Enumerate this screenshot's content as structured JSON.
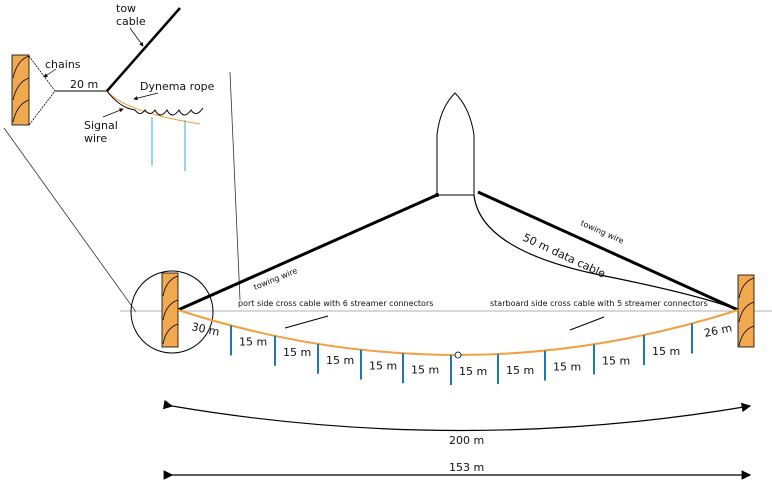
{
  "inset": {
    "tow_cable": [
      "tow",
      "cable"
    ],
    "chains": "chains",
    "distance": "20 m",
    "dynema": "Dynema rope",
    "signal_wire": [
      "Signal",
      "wire"
    ]
  },
  "main": {
    "towing_wire_left": "towing wire",
    "towing_wire_right": "towing wire",
    "data_cable": "50 m data cable",
    "port_cable": "port side cross cable with 6 streamer connectors",
    "starboard_cable": "starboard side cross cable with 5 streamer connectors",
    "left_offset": "30 m",
    "right_offset": "26 m",
    "spacings": [
      "15 m",
      "15 m",
      "15 m",
      "15 m",
      "15 m",
      "15 m",
      "15 m",
      "15 m",
      "15 m",
      "15 m"
    ],
    "arc_span": "200 m",
    "straight_span": "153 m"
  },
  "colors": {
    "door": "#f0a94f",
    "cable": "#f0a040",
    "streamer": "#1f77b4"
  }
}
